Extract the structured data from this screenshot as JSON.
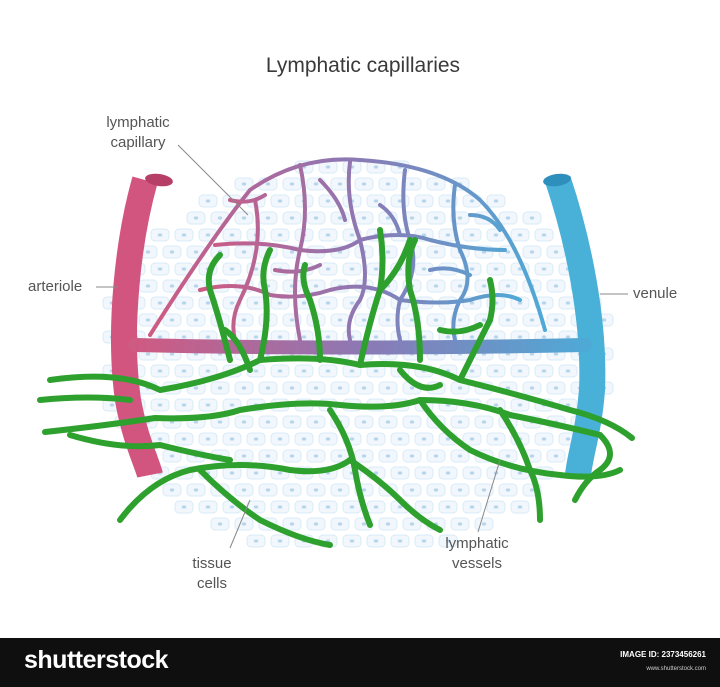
{
  "title": "Lymphatic capillaries",
  "labels": {
    "lymphatic_capillary_line1": "lymphatic",
    "lymphatic_capillary_line2": "capillary",
    "arteriole": "arteriole",
    "venule": "venule",
    "tissue_cells_line1": "tissue",
    "tissue_cells_line2": "cells",
    "lymphatic_vessels_line1": "lymphatic",
    "lymphatic_vessels_line2": "vessels"
  },
  "footer": {
    "brand": "shutterstock",
    "image_id": "IMAGE ID: 2373456261",
    "site": "www.shutterstock.com"
  },
  "colors": {
    "arteriole": "#d2557f",
    "venule": "#49b0d8",
    "lymph": "#2ea02e",
    "cells": "#d9ebf7",
    "label_text": "#555555"
  }
}
